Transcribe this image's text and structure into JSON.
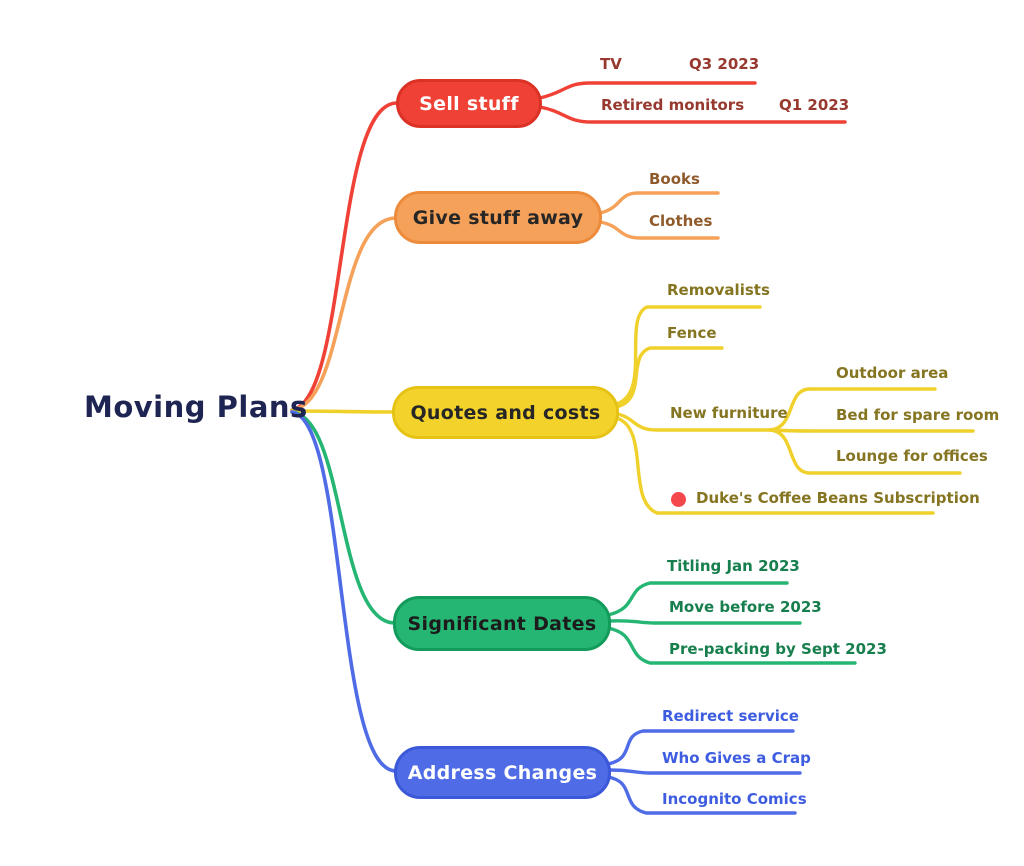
{
  "root": {
    "label": "Moving Plans"
  },
  "palette": {
    "red": "#EF4136",
    "red_child_text": "#97392F",
    "orange": "#F5A159",
    "orange_child_text": "#8F5B2C",
    "yellow": "#F3D32B",
    "yellow_child_text": "#857521",
    "green": "#26B673",
    "green_child_text": "#177E4D",
    "blue": "#4F6CE6",
    "blue_child_text": "#3D5CE0",
    "root_text": "#1E2553",
    "red_dot_icon": "#F4484C"
  },
  "branches": [
    {
      "label": "Sell stuff",
      "color": "#EF4136",
      "children": [
        {
          "label": "TV",
          "note": "Q3 2023"
        },
        {
          "label": "Retired monitors",
          "note": "Q1 2023"
        }
      ]
    },
    {
      "label": "Give stuff away",
      "color": "#F5A159",
      "children": [
        {
          "label": "Books"
        },
        {
          "label": "Clothes"
        }
      ]
    },
    {
      "label": "Quotes and costs",
      "color": "#F3D32B",
      "children": [
        {
          "label": "Removalists"
        },
        {
          "label": "Fence"
        },
        {
          "label": "New furniture",
          "children": [
            {
              "label": "Outdoor area"
            },
            {
              "label": "Bed for spare room"
            },
            {
              "label": "Lounge for offices"
            }
          ]
        },
        {
          "label": "Duke's Coffee Beans Subscription",
          "icon": "red-dot"
        }
      ]
    },
    {
      "label": "Significant Dates",
      "color": "#26B673",
      "children": [
        {
          "label": "Titling Jan 2023"
        },
        {
          "label": "Move before 2023"
        },
        {
          "label": "Pre-packing by Sept 2023"
        }
      ]
    },
    {
      "label": "Address Changes",
      "color": "#4F6CE6",
      "children": [
        {
          "label": "Redirect service"
        },
        {
          "label": "Who Gives a Crap"
        },
        {
          "label": "Incognito Comics"
        }
      ]
    }
  ]
}
